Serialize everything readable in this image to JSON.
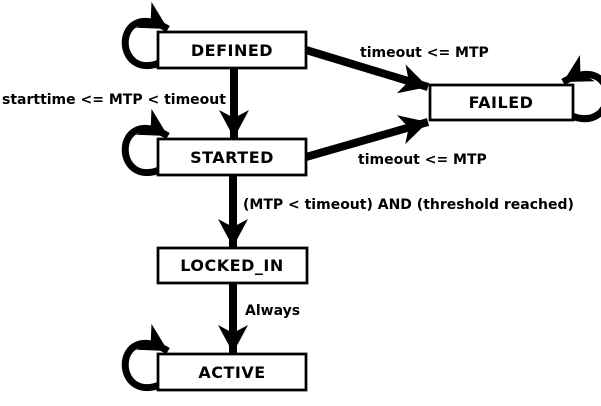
{
  "diagram": {
    "type": "state-machine",
    "colors": {
      "ink": "#000000",
      "background": "#ffffff",
      "state_fill": "#ffffff"
    },
    "states": [
      {
        "id": "DEFINED",
        "label": "DEFINED",
        "self_transition": true
      },
      {
        "id": "FAILED",
        "label": "FAILED",
        "self_transition": true
      },
      {
        "id": "STARTED",
        "label": "STARTED",
        "self_transition": true
      },
      {
        "id": "LOCKED_IN",
        "label": "LOCKED_IN",
        "self_transition": false
      },
      {
        "id": "ACTIVE",
        "label": "ACTIVE",
        "self_transition": true
      }
    ],
    "transitions": [
      {
        "from": "DEFINED",
        "to": "FAILED",
        "label": "timeout <= MTP"
      },
      {
        "from": "DEFINED",
        "to": "STARTED",
        "label": "starttime <= MTP < timeout"
      },
      {
        "from": "STARTED",
        "to": "FAILED",
        "label": "timeout <= MTP"
      },
      {
        "from": "STARTED",
        "to": "LOCKED_IN",
        "label": "(MTP < timeout) AND (threshold reached)"
      },
      {
        "from": "LOCKED_IN",
        "to": "ACTIVE",
        "label": "Always"
      }
    ]
  }
}
